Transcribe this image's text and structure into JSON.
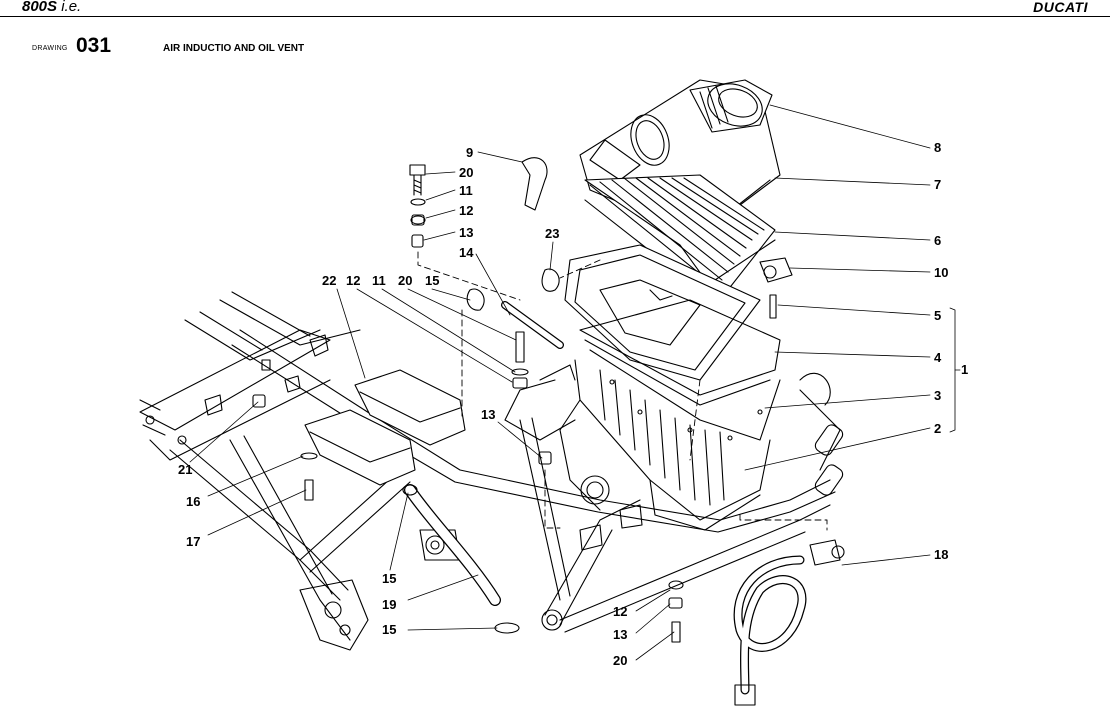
{
  "header": {
    "model_bold": "800S",
    "model_rest": " i.e.",
    "brand": "DUCATI"
  },
  "drawing": {
    "label": "DRAWING",
    "number": "031",
    "title": "AIR INDUCTIO AND OIL VENT"
  },
  "callouts": [
    {
      "id": "c8",
      "text": "8"
    },
    {
      "id": "c7",
      "text": "7"
    },
    {
      "id": "c6",
      "text": "6"
    },
    {
      "id": "c10",
      "text": "10"
    },
    {
      "id": "c5",
      "text": "5"
    },
    {
      "id": "c4",
      "text": "4"
    },
    {
      "id": "c3",
      "text": "3"
    },
    {
      "id": "c2",
      "text": "2"
    },
    {
      "id": "c1",
      "text": "1"
    },
    {
      "id": "c9",
      "text": "9"
    },
    {
      "id": "c20a",
      "text": "20"
    },
    {
      "id": "c11a",
      "text": "11"
    },
    {
      "id": "c12a",
      "text": "12"
    },
    {
      "id": "c13a",
      "text": "13"
    },
    {
      "id": "c14",
      "text": "14"
    },
    {
      "id": "c23",
      "text": "23"
    },
    {
      "id": "c22",
      "text": "22"
    },
    {
      "id": "c12b",
      "text": "12"
    },
    {
      "id": "c11b",
      "text": "11"
    },
    {
      "id": "c20b",
      "text": "20"
    },
    {
      "id": "c15a",
      "text": "15"
    },
    {
      "id": "c13b",
      "text": "13"
    },
    {
      "id": "c21",
      "text": "21"
    },
    {
      "id": "c16",
      "text": "16"
    },
    {
      "id": "c17",
      "text": "17"
    },
    {
      "id": "c15b",
      "text": "15"
    },
    {
      "id": "c19",
      "text": "19"
    },
    {
      "id": "c15c",
      "text": "15"
    },
    {
      "id": "c12c",
      "text": "12"
    },
    {
      "id": "c13c",
      "text": "13"
    },
    {
      "id": "c20c",
      "text": "20"
    },
    {
      "id": "c18",
      "text": "18"
    }
  ]
}
